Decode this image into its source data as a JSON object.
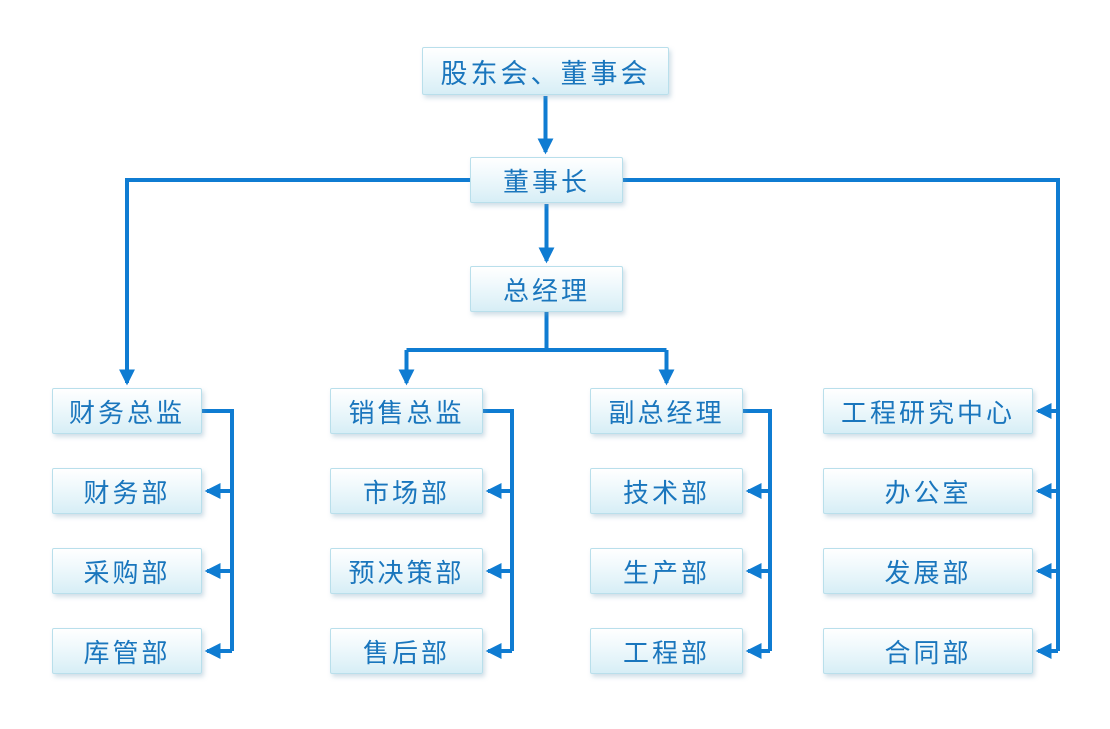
{
  "org": {
    "board": "股东会、董事会",
    "chairman": "董事长",
    "gm": "总经理",
    "columns": [
      {
        "head": "财务总监",
        "children": [
          "财务部",
          "采购部",
          "库管部"
        ]
      },
      {
        "head": "销售总监",
        "children": [
          "市场部",
          "预决策部",
          "售后部"
        ]
      },
      {
        "head": "副总经理",
        "children": [
          "技术部",
          "生产部",
          "工程部"
        ]
      },
      {
        "head": "工程研究中心",
        "children": [
          "办公室",
          "发展部",
          "合同部"
        ]
      }
    ]
  },
  "colors": {
    "connector": "#0f7cd2",
    "node_text": "#1a76bd",
    "node_border": "#b9dfeb",
    "node_fill_top": "#ffffff",
    "node_fill_bottom": "#d7eef6",
    "background": "#ffffff"
  }
}
